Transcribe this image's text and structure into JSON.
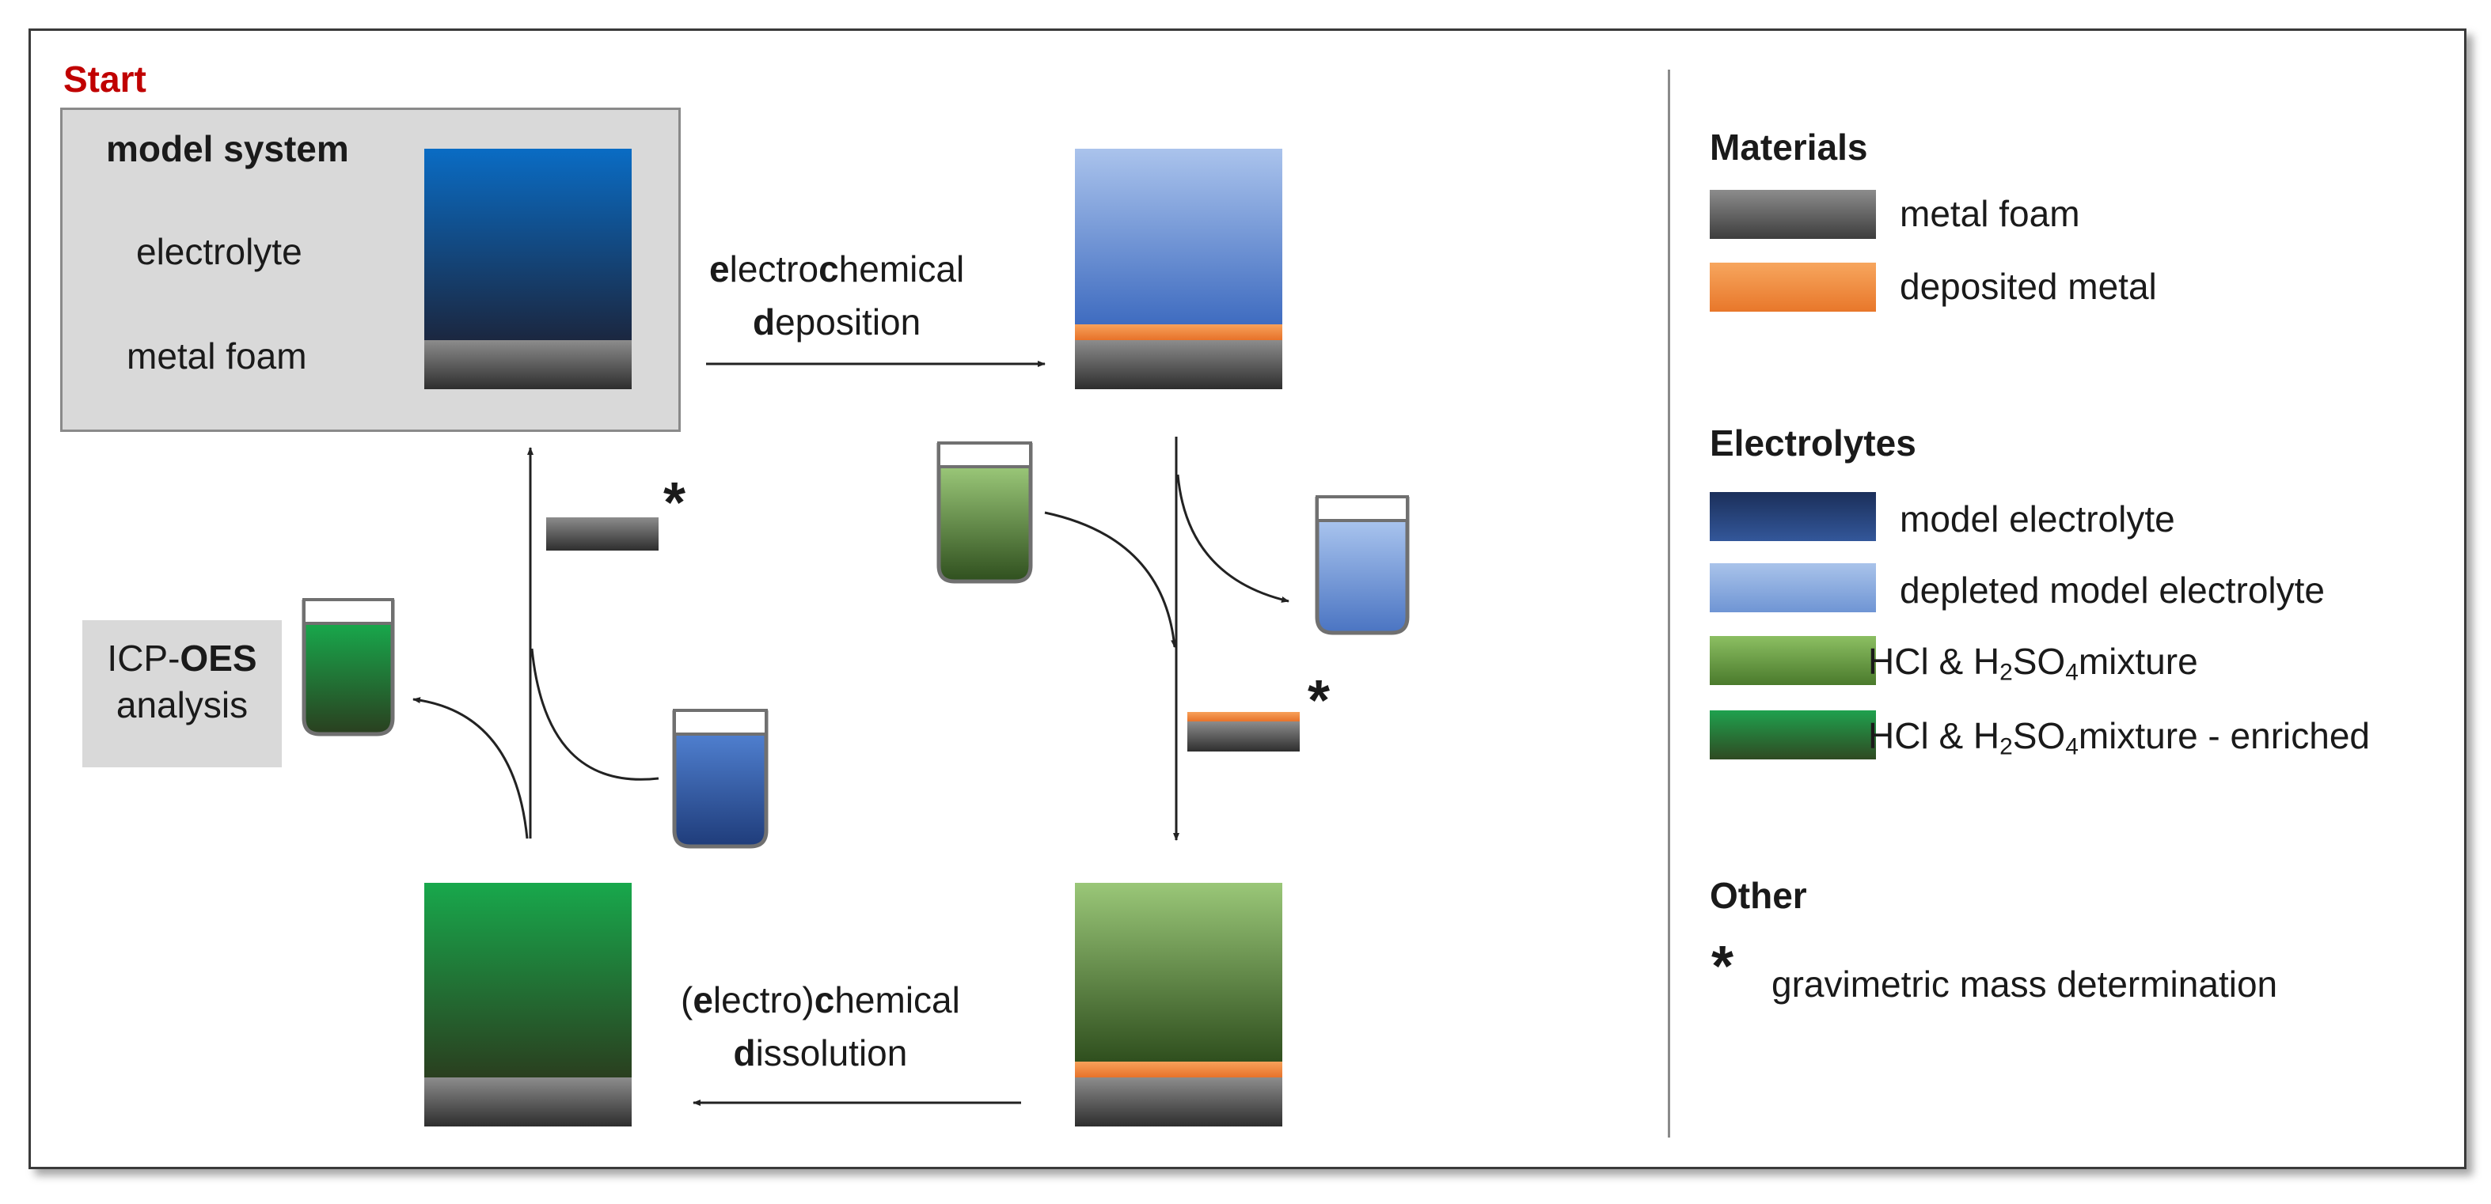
{
  "start_label": "Start",
  "model_box": {
    "title": "model system",
    "electrolyte": "electrolyte",
    "metal_foam": "metal foam"
  },
  "steps": {
    "deposition_line1_bold": "e",
    "deposition_line1_rest1": "lectro",
    "deposition_line1_bold2": "c",
    "deposition_line1_rest2": "hemical",
    "deposition_line2_bold": "d",
    "deposition_line2_rest": "eposition",
    "dissolution_line1_open": "(",
    "dissolution_line1_bold": "e",
    "dissolution_line1_mid": "lectro)",
    "dissolution_line1_bold2": "c",
    "dissolution_line1_rest": "hemical",
    "dissolution_line2_bold": "d",
    "dissolution_line2_rest": "issolution"
  },
  "analysis": {
    "prefix": "ICP-",
    "bold": "OES",
    "line2": "analysis"
  },
  "asterisk": "*",
  "legend": {
    "materials_title": "Materials",
    "metal_foam": "metal foam",
    "deposited_metal": "deposited metal",
    "electrolytes_title": "Electrolytes",
    "model_electrolyte": "model electrolyte",
    "depleted_model_electrolyte": "depleted model electrolyte",
    "hcl_a": "HCl & H",
    "hcl_sub1": "2",
    "hcl_b": "SO",
    "hcl_sub2": "4",
    "hcl_c": "mixture",
    "hcl_enriched_c": "mixture - enriched",
    "other_title": "Other",
    "gravimetric": "gravimetric mass determination"
  },
  "colors": {
    "start_red": "#c00000",
    "model_top": "#0a6cc4",
    "model_bottom": "#1b2740",
    "depleted_top": "#aac3ec",
    "depleted_bottom": "#3f6cc0",
    "hcl_top": "#9ac778",
    "hcl_bottom": "#2f4f1e",
    "enriched_top": "#18a84c",
    "enriched_bottom": "#2a3f1f",
    "foam_top": "#8c8c8c",
    "foam_bottom": "#2e2e2e",
    "deposit": "#ef7f2e"
  }
}
